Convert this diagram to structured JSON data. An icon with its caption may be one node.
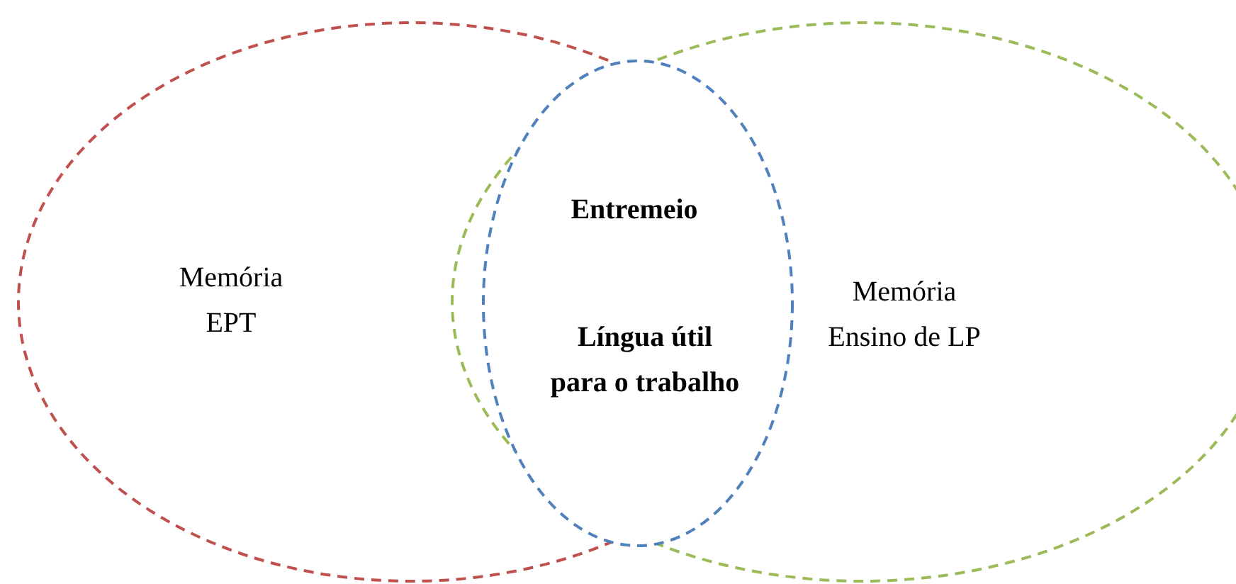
{
  "diagram": {
    "nodes": [
      {
        "text": [
          "Memória EPT"
        ]
      },
      {
        "text": [
          "Memória Ensino de LP"
        ]
      },
      {
        "text": [
          "Entremeio",
          "Língua útil para o trabalho"
        ]
      }
    ]
  }
}
